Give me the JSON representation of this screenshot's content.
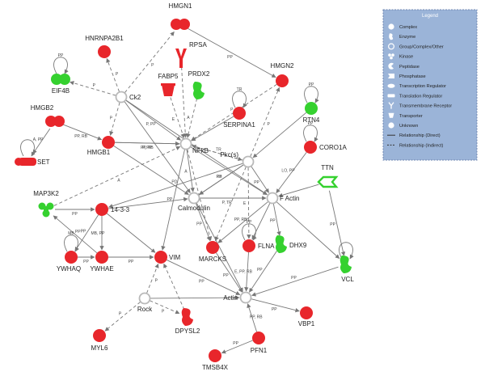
{
  "colors": {
    "up": "#e8262b",
    "down": "#35d12f",
    "neutral_fill": "#ffffff",
    "neutral_stroke": "#b9b9b9",
    "edge": "#777777",
    "legend_bg": "#9bb4d8",
    "legend_border": "#6f86b0"
  },
  "nodes": [
    {
      "id": "HMGN1",
      "label": "HMGN1",
      "shape": "complex",
      "color": "up"
    },
    {
      "id": "HNRNPA2B1",
      "label": "HNRNPA2B1",
      "shape": "circle",
      "color": "up"
    },
    {
      "id": "RPSA",
      "label": "RPSA",
      "shape": "receptor",
      "color": "up"
    },
    {
      "id": "FABP5",
      "label": "FABP5",
      "shape": "transporter",
      "color": "up"
    },
    {
      "id": "PRDX2",
      "label": "PRDX2",
      "shape": "enzyme",
      "color": "down"
    },
    {
      "id": "HMGN2",
      "label": "HMGN2",
      "shape": "circle",
      "color": "up"
    },
    {
      "id": "EIF4B",
      "label": "EIF4B",
      "shape": "complex",
      "color": "down"
    },
    {
      "id": "Ck2",
      "label": "Ck2",
      "shape": "group",
      "color": "neutral"
    },
    {
      "id": "SERPINA1",
      "label": "SERPINA1",
      "shape": "circle",
      "color": "up"
    },
    {
      "id": "RTN4",
      "label": "RTN4",
      "shape": "circle",
      "color": "down"
    },
    {
      "id": "HMGB2",
      "label": "HMGB2",
      "shape": "complex",
      "color": "up"
    },
    {
      "id": "HMGB1",
      "label": "HMGB1",
      "shape": "circle",
      "color": "up"
    },
    {
      "id": "NFkB",
      "label": "NFkB",
      "shape": "group",
      "color": "neutral"
    },
    {
      "id": "Pkcs",
      "label": "Pkc(s)",
      "shape": "group",
      "color": "neutral"
    },
    {
      "id": "CORO1A",
      "label": "CORO1A",
      "shape": "circle",
      "color": "up"
    },
    {
      "id": "SET",
      "label": "SET",
      "shape": "other",
      "color": "up"
    },
    {
      "id": "TTN",
      "label": "TTN",
      "shape": "ttn",
      "color": "down"
    },
    {
      "id": "MAP3K2",
      "label": "MAP3K2",
      "shape": "kinase",
      "color": "down"
    },
    {
      "id": "Y1433",
      "label": "14-3-3",
      "shape": "circle",
      "color": "up"
    },
    {
      "id": "Calmodulin",
      "label": "Calmodulin",
      "shape": "group",
      "color": "neutral"
    },
    {
      "id": "FActin",
      "label": "F Actin",
      "shape": "group",
      "color": "neutral"
    },
    {
      "id": "MARCKS",
      "label": "MARCKS",
      "shape": "circle",
      "color": "up"
    },
    {
      "id": "FLNA",
      "label": "FLNA",
      "shape": "circle",
      "color": "up"
    },
    {
      "id": "DHX9",
      "label": "DHX9",
      "shape": "enzyme",
      "color": "down"
    },
    {
      "id": "YWHAQ",
      "label": "YWHAQ",
      "shape": "circle",
      "color": "up"
    },
    {
      "id": "YWHAE",
      "label": "YWHAE",
      "shape": "circle",
      "color": "up"
    },
    {
      "id": "VIM",
      "label": "VIM",
      "shape": "circle",
      "color": "up"
    },
    {
      "id": "VCL",
      "label": "VCL",
      "shape": "enzyme",
      "color": "down"
    },
    {
      "id": "Actin",
      "label": "Actin",
      "shape": "group",
      "color": "neutral"
    },
    {
      "id": "Rock",
      "label": "Rock",
      "shape": "group",
      "color": "neutral"
    },
    {
      "id": "DPYSL2",
      "label": "DPYSL2",
      "shape": "enzyme",
      "color": "up"
    },
    {
      "id": "VBP1",
      "label": "VBP1",
      "shape": "circle",
      "color": "up"
    },
    {
      "id": "MYL6",
      "label": "MYL6",
      "shape": "circle",
      "color": "up"
    },
    {
      "id": "PFN1",
      "label": "PFN1",
      "shape": "circle",
      "color": "up"
    },
    {
      "id": "TMSB4X",
      "label": "TMSB4X",
      "shape": "circle",
      "color": "up"
    }
  ],
  "edges": [
    {
      "from": "Ck2",
      "to": "HMGN1",
      "label": "P",
      "style": "indirect"
    },
    {
      "from": "Ck2",
      "to": "HNRNPA2B1",
      "label": "P",
      "style": "indirect"
    },
    {
      "from": "Ck2",
      "to": "EIF4B",
      "label": "P",
      "style": "indirect"
    },
    {
      "from": "Ck2",
      "to": "HMGB1",
      "label": "P",
      "style": "indirect"
    },
    {
      "from": "Ck2",
      "to": "NFkB",
      "label": "P, PP",
      "style": "direct"
    },
    {
      "from": "Ck2",
      "to": "FActin",
      "label": "",
      "style": "direct"
    },
    {
      "from": "Ck2",
      "to": "Calmodulin",
      "label": "",
      "style": "direct"
    },
    {
      "from": "HMGN1",
      "to": "HMGN2",
      "label": "PP",
      "style": "direct"
    },
    {
      "from": "RPSA",
      "to": "NFkB",
      "label": "",
      "style": "indirect"
    },
    {
      "from": "FABP5",
      "to": "NFkB",
      "label": "E",
      "style": "indirect"
    },
    {
      "from": "PRDX2",
      "to": "NFkB",
      "label": "A",
      "style": "indirect"
    },
    {
      "from": "HMGN2",
      "to": "NFkB",
      "label": "P",
      "style": "indirect"
    },
    {
      "from": "SERPINA1",
      "to": "NFkB",
      "label": "",
      "style": "direct"
    },
    {
      "from": "Pkcs",
      "to": "HMGN2",
      "label": "P",
      "style": "indirect"
    },
    {
      "from": "SERPINA1",
      "to": "SERPINA1",
      "label": "TR",
      "style": "self"
    },
    {
      "from": "EIF4B",
      "to": "EIF4B",
      "label": "PP",
      "style": "self"
    },
    {
      "from": "RTN4",
      "to": "RTN4",
      "label": "PP",
      "style": "self"
    },
    {
      "from": "CORO1A",
      "to": "CORO1A",
      "label": "PP",
      "style": "self"
    },
    {
      "from": "RTN4",
      "to": "Pkcs",
      "label": "",
      "style": "direct"
    },
    {
      "from": "HMGB2",
      "to": "HMGB1",
      "label": "PP, RB",
      "style": "direct"
    },
    {
      "from": "HMGB2",
      "to": "SET",
      "label": "A, PP",
      "style": "direct"
    },
    {
      "from": "SET",
      "to": "SET",
      "label": "",
      "style": "self"
    },
    {
      "from": "HMGB1",
      "to": "NFkB",
      "label": "P, PP",
      "style": "direct"
    },
    {
      "from": "HMGB1",
      "to": "NFkB",
      "label": "PP, RB",
      "style": "direct"
    },
    {
      "from": "HMGB1",
      "to": "Calmodulin",
      "label": "",
      "style": "direct"
    },
    {
      "from": "NFkB",
      "to": "Pkcs",
      "label": "",
      "style": "indirect"
    },
    {
      "from": "Pkcs",
      "to": "NFkB",
      "label": "TR",
      "style": "indirect"
    },
    {
      "from": "NFkB",
      "to": "Calmodulin",
      "label": "A",
      "style": "direct"
    },
    {
      "from": "NFkB",
      "to": "MARCKS",
      "label": "",
      "style": "indirect"
    },
    {
      "from": "NFkB",
      "to": "VIM",
      "label": "PP",
      "style": "direct"
    },
    {
      "from": "NFkB",
      "to": "FActin",
      "label": "",
      "style": "direct"
    },
    {
      "from": "MAP3K2",
      "to": "NFkB",
      "label": "A",
      "style": "indirect"
    },
    {
      "from": "Pkcs",
      "to": "FActin",
      "label": "PP",
      "style": "direct"
    },
    {
      "from": "Pkcs",
      "to": "MARCKS",
      "label": "P, TR",
      "style": "indirect"
    },
    {
      "from": "Pkcs",
      "to": "FLNA",
      "label": "E",
      "style": "indirect"
    },
    {
      "from": "Pkcs",
      "to": "Calmodulin",
      "label": "RB",
      "style": "direct"
    },
    {
      "from": "Pkcs",
      "to": "Calmodulin",
      "label": "PP",
      "style": "direct"
    },
    {
      "from": "Pkcs",
      "to": "Y1433",
      "label": "PD",
      "style": "direct"
    },
    {
      "from": "CORO1A",
      "to": "FActin",
      "label": "LO, PP",
      "style": "direct"
    },
    {
      "from": "TTN",
      "to": "FActin",
      "label": "",
      "style": "direct"
    },
    {
      "from": "TTN",
      "to": "VCL",
      "label": "PP",
      "style": "direct"
    },
    {
      "from": "MAP3K2",
      "to": "Y1433",
      "label": "PP",
      "style": "direct"
    },
    {
      "from": "Y1433",
      "to": "YWHAQ",
      "label": "PP",
      "style": "direct"
    },
    {
      "from": "Y1433",
      "to": "YWHAE",
      "label": "MB, PP",
      "style": "direct"
    },
    {
      "from": "Y1433",
      "to": "Calmodulin",
      "label": "",
      "style": "direct"
    },
    {
      "from": "Y1433",
      "to": "VIM",
      "label": "",
      "style": "direct"
    },
    {
      "from": "YWHAQ",
      "to": "YWHAE",
      "label": "PP",
      "style": "direct"
    },
    {
      "from": "YWHAQ",
      "to": "YWHAQ",
      "label": "MB",
      "style": "self"
    },
    {
      "from": "YWHAE",
      "to": "VIM",
      "label": "PP",
      "style": "direct"
    },
    {
      "from": "YWHAE",
      "to": "MAP3K2",
      "label": "PP",
      "style": "direct"
    },
    {
      "from": "Calmodulin",
      "to": "MARCKS",
      "label": "PP",
      "style": "direct"
    },
    {
      "from": "Calmodulin",
      "to": "FActin",
      "label": "",
      "style": "direct"
    },
    {
      "from": "FActin",
      "to": "MARCKS",
      "label": "PP, RB",
      "style": "direct"
    },
    {
      "from": "FActin",
      "to": "FLNA",
      "label": "",
      "style": "direct"
    },
    {
      "from": "FActin",
      "to": "DHX9",
      "label": "PP",
      "style": "direct"
    },
    {
      "from": "FActin",
      "to": "VCL",
      "label": "",
      "style": "direct"
    },
    {
      "from": "FLNA",
      "to": "FLNA",
      "label": "PP",
      "style": "self"
    },
    {
      "from": "FLNA",
      "to": "Actin",
      "label": "E, PP, RB",
      "style": "direct"
    },
    {
      "from": "MARCKS",
      "to": "Actin",
      "label": "PP",
      "style": "direct"
    },
    {
      "from": "VIM",
      "to": "Actin",
      "label": "PP",
      "style": "direct"
    },
    {
      "from": "DHX9",
      "to": "Actin",
      "label": "PP",
      "style": "direct"
    },
    {
      "from": "VCL",
      "to": "Actin",
      "label": "PP",
      "style": "direct"
    },
    {
      "from": "VCL",
      "to": "VCL",
      "label": "",
      "style": "self"
    },
    {
      "from": "Calmodulin",
      "to": "Actin",
      "label": "PP",
      "style": "direct"
    },
    {
      "from": "Actin",
      "to": "VBP1",
      "label": "PP",
      "style": "direct"
    },
    {
      "from": "PFN1",
      "to": "Actin",
      "label": "PP, RB",
      "style": "direct"
    },
    {
      "from": "PFN1",
      "to": "TMSB4X",
      "label": "PP",
      "style": "direct"
    },
    {
      "from": "Rock",
      "to": "MYL6",
      "label": "P",
      "style": "indirect"
    },
    {
      "from": "Rock",
      "to": "DPYSL2",
      "label": "P",
      "style": "indirect"
    },
    {
      "from": "Rock",
      "to": "VIM",
      "label": "P",
      "style": "indirect"
    },
    {
      "from": "Rock",
      "to": "Actin",
      "label": "",
      "style": "direct"
    },
    {
      "from": "DPYSL2",
      "to": "VIM",
      "label": "",
      "style": "indirect"
    }
  ],
  "legend": {
    "title": "Legend",
    "items": [
      {
        "icon": "complex-icon",
        "label": "Complex"
      },
      {
        "icon": "enzyme-icon",
        "label": "Enzyme"
      },
      {
        "icon": "group-icon",
        "label": "Group/Complex/Other"
      },
      {
        "icon": "kinase-icon",
        "label": "Kinase"
      },
      {
        "icon": "peptidase-icon",
        "label": "Peptidase"
      },
      {
        "icon": "phosphatase-icon",
        "label": "Phosphatase"
      },
      {
        "icon": "transcription-regulator-icon",
        "label": "Transcription Regulator"
      },
      {
        "icon": "translation-regulator-icon",
        "label": "Translation Regulator"
      },
      {
        "icon": "transmembrane-receptor-icon",
        "label": "Transmembrane Receptor"
      },
      {
        "icon": "transporter-icon",
        "label": "Transporter"
      },
      {
        "icon": "unknown-icon",
        "label": "Unknown"
      },
      {
        "icon": "direct-relationship-icon",
        "label": "Relationship (Direct)"
      },
      {
        "icon": "indirect-relationship-icon",
        "label": "Relationship (Indirect)"
      }
    ]
  }
}
